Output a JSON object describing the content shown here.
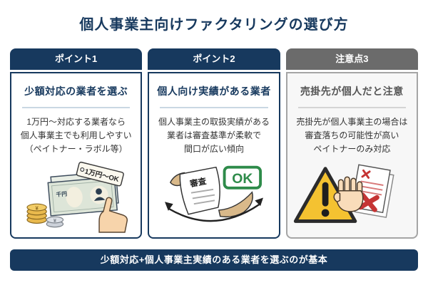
{
  "title": "個人事業主向けファクタリングの選び方",
  "colors": {
    "navy": "#17395e",
    "caution_gray": "#6b6b6b",
    "warning_yellow": "#f4c231",
    "ok_green": "#2e8b4a",
    "ng_red": "#c53434"
  },
  "cards": [
    {
      "badge": "ポイント1",
      "title": "少額対応の業者を選ぶ",
      "lines": [
        "1万円〜対応する業者なら",
        "個人事業主でも利用しやすい",
        "（ペイトナー・ラボル等）"
      ],
      "illustration": {
        "name": "money-small-amount",
        "tag_label": "1万円〜OK",
        "bill_label": "千円",
        "coin_symbol": "¥"
      }
    },
    {
      "badge": "ポイント2",
      "title": "個人向け実績がある業者",
      "lines": [
        "個人事業主の取扱実績がある",
        "業者は審査基準が柔軟で",
        "間口が広い傾向"
      ],
      "illustration": {
        "name": "flexible-screening",
        "paper_label": "審査",
        "stamp_label": "OK"
      }
    },
    {
      "badge": "注意点3",
      "title": "売掛先が個人だと注意",
      "lines": [
        "売掛先が個人事業主の場合は",
        "審査落ちの可能性が高い",
        "ペイトナーのみ対応"
      ],
      "illustration": {
        "name": "warning-rejected"
      }
    }
  ],
  "footer": {
    "text": "少額対応+個人事業主実績のある業者を選ぶのが基本"
  }
}
